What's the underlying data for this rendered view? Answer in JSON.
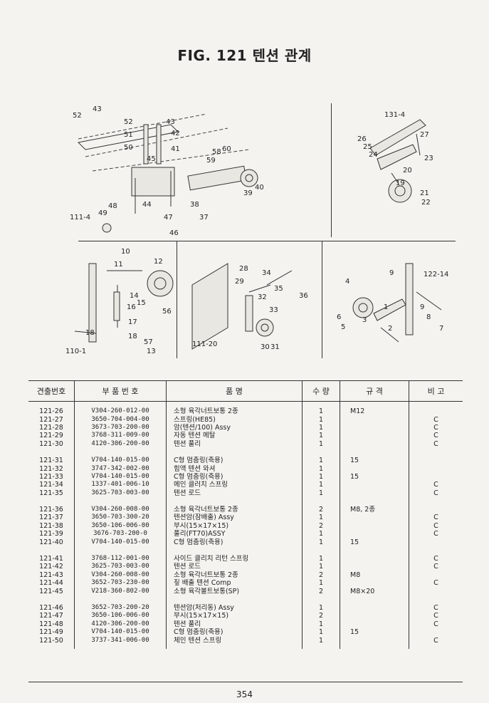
{
  "title": "FIG. 121 텐션 관계",
  "page_number": "354",
  "columns": [
    "견출번호",
    "부 품 번 호",
    "품 명",
    "수 량",
    "규 격",
    "비 고"
  ],
  "groups": [
    [
      {
        "no": "121-26",
        "part": "V304-260-012-00",
        "name": "소형 육각너트보통 2종",
        "qty": "1",
        "spec": "M12",
        "rem": ""
      },
      {
        "no": "121-27",
        "part": "3650-704-004-00",
        "name": "스프링(HE85)",
        "qty": "1",
        "spec": "",
        "rem": "C"
      },
      {
        "no": "121-28",
        "part": "3673-703-200-00",
        "name": "암(텐션/100) Assy",
        "qty": "1",
        "spec": "",
        "rem": "C"
      },
      {
        "no": "121-29",
        "part": "3768-311-009-00",
        "name": "자동 텐션 메탈",
        "qty": "1",
        "spec": "",
        "rem": "C"
      },
      {
        "no": "121-30",
        "part": "4120-306-200-00",
        "name": "텐션 풀리",
        "qty": "1",
        "spec": "",
        "rem": "C"
      }
    ],
    [
      {
        "no": "121-31",
        "part": "V704-140-015-00",
        "name": "C형 멈춤링(축용)",
        "qty": "1",
        "spec": "15",
        "rem": ""
      },
      {
        "no": "121-32",
        "part": "3747-342-002-00",
        "name": "힘액 텐션 와셔",
        "qty": "1",
        "spec": "",
        "rem": ""
      },
      {
        "no": "121-33",
        "part": "V704-140-015-00",
        "name": "C형 멈춤링(축용)",
        "qty": "1",
        "spec": "15",
        "rem": ""
      },
      {
        "no": "121-34",
        "part": "1337-401-006-10",
        "name": "메인 클러치 스프링",
        "qty": "1",
        "spec": "",
        "rem": "C"
      },
      {
        "no": "121-35",
        "part": "3625-703-003-00",
        "name": "텐션 로드",
        "qty": "1",
        "spec": "",
        "rem": "C"
      }
    ],
    [
      {
        "no": "121-36",
        "part": "V304-260-008-00",
        "name": "소형 육각너트보통 2종",
        "qty": "2",
        "spec": "M8, 2종",
        "rem": ""
      },
      {
        "no": "121-37",
        "part": "3650-703-300-20",
        "name": "텐션암(잠배출) Assy",
        "qty": "1",
        "spec": "",
        "rem": "C"
      },
      {
        "no": "121-38",
        "part": "3650-106-006-00",
        "name": "부시(15×17×15)",
        "qty": "2",
        "spec": "",
        "rem": "C"
      },
      {
        "no": "121-39",
        "part": "3676-703-200-0",
        "name": "풀리(FT70)ASSY",
        "qty": "1",
        "spec": "",
        "rem": "C"
      },
      {
        "no": "121-40",
        "part": "V704-140-015-00",
        "name": "C형 멈춤링(축용)",
        "qty": "1",
        "spec": "15",
        "rem": ""
      }
    ],
    [
      {
        "no": "121-41",
        "part": "3768-112-001-00",
        "name": "사이드 클리치 리턴 스프링",
        "qty": "1",
        "spec": "",
        "rem": "C"
      },
      {
        "no": "121-42",
        "part": "3625-703-003-00",
        "name": "텐션 로드",
        "qty": "1",
        "spec": "",
        "rem": "C"
      },
      {
        "no": "121-43",
        "part": "V304-260-008-00",
        "name": "소형 육각너트보통 2종",
        "qty": "2",
        "spec": "M8",
        "rem": ""
      },
      {
        "no": "121-44",
        "part": "3652-703-230-00",
        "name": "짚 배출 텐션 Comp",
        "qty": "1",
        "spec": "",
        "rem": "C"
      },
      {
        "no": "121-45",
        "part": "V218-360-802-00",
        "name": "소형 육각볼트보통(SP)",
        "qty": "2",
        "spec": "M8×20",
        "rem": ""
      }
    ],
    [
      {
        "no": "121-46",
        "part": "3652-703-200-20",
        "name": "텐션암(처리동) Assy",
        "qty": "1",
        "spec": "",
        "rem": "C"
      },
      {
        "no": "121-47",
        "part": "3650-106-006-00",
        "name": "부시(15×17×15)",
        "qty": "2",
        "spec": "",
        "rem": "C"
      },
      {
        "no": "121-48",
        "part": "4120-306-200-00",
        "name": "텐션 풀리",
        "qty": "1",
        "spec": "",
        "rem": "C"
      },
      {
        "no": "121-49",
        "part": "V704-140-015-00",
        "name": "C형 멈춤링(축용)",
        "qty": "1",
        "spec": "15",
        "rem": ""
      },
      {
        "no": "121-50",
        "part": "3737-341-006-00",
        "name": "체인 텐션 스프링",
        "qty": "1",
        "spec": "",
        "rem": "C"
      }
    ]
  ],
  "diagram_labels": {
    "a": [
      "52",
      "43",
      "52",
      "43",
      "51",
      "42",
      "50",
      "41",
      "45",
      "58",
      "60",
      "59",
      "39",
      "40",
      "44",
      "38",
      "37",
      "47",
      "46",
      "48",
      "49",
      "111-4"
    ],
    "b": [
      "131-4",
      "26",
      "27",
      "25",
      "24",
      "23",
      "20",
      "19",
      "21",
      "22"
    ],
    "c": [
      "10",
      "11",
      "12",
      "14",
      "15",
      "16",
      "17",
      "18",
      "18",
      "56",
      "57",
      "13",
      "110-1"
    ],
    "d": [
      "28",
      "29",
      "34",
      "35",
      "36",
      "32",
      "33",
      "30",
      "31",
      "111-20"
    ],
    "e": [
      "9",
      "122-14",
      "4",
      "1",
      "9",
      "8",
      "6",
      "3",
      "5",
      "2",
      "7"
    ]
  }
}
